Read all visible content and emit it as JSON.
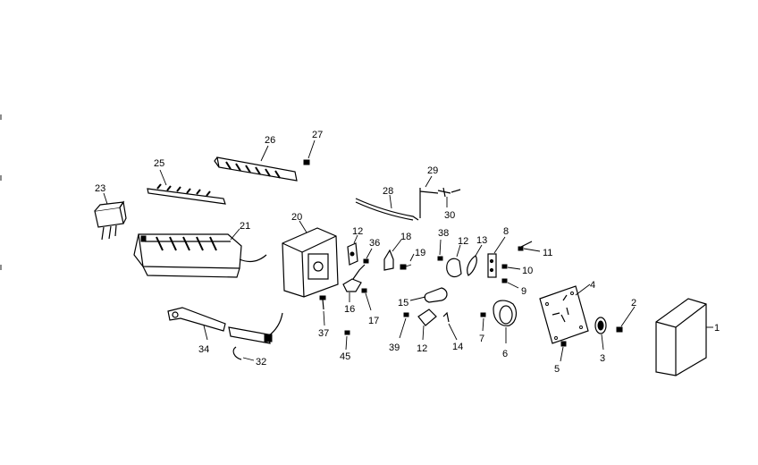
{
  "callouts": {
    "p1": "1",
    "p2": "2",
    "p3": "3",
    "p4": "4",
    "p5": "5",
    "p6": "6",
    "p7": "7",
    "p8": "8",
    "p9": "9",
    "p10": "10",
    "p11": "11",
    "p12a": "12",
    "p12b": "12",
    "p12c": "12",
    "p13": "13",
    "p14": "14",
    "p15": "15",
    "p16": "16",
    "p17": "17",
    "p18": "18",
    "p19": "19",
    "p20": "20",
    "p21": "21",
    "p23": "23",
    "p25": "25",
    "p26": "26",
    "p27": "27",
    "p28": "28",
    "p29": "29",
    "p30": "30",
    "p32": "32",
    "p34": "34",
    "p36": "36",
    "p37": "37",
    "p38": "38",
    "p39": "39",
    "p45": "45"
  }
}
